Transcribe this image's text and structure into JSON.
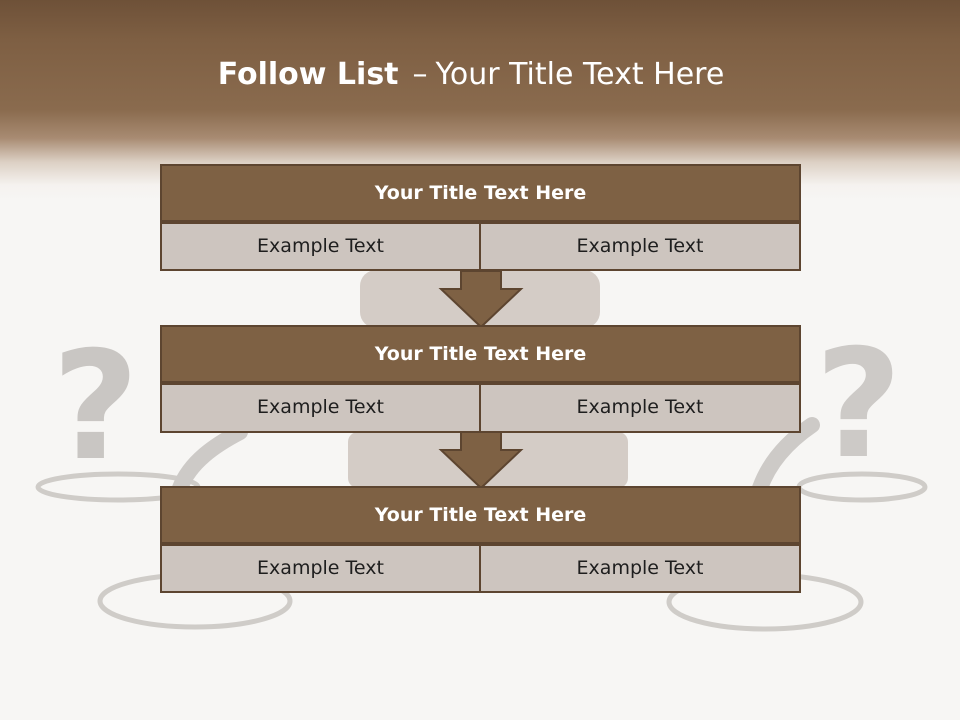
{
  "slide": {
    "title_bold": "Follow List",
    "title_separator": "–",
    "title_rest": "Your Title Text Here"
  },
  "blocks": [
    {
      "title": "Your Title Text Here",
      "left_text": "Example Text",
      "right_text": "Example Text"
    },
    {
      "title": "Your Title Text Here",
      "left_text": "Example Text",
      "right_text": "Example Text"
    },
    {
      "title": "Your Title Text Here",
      "left_text": "Example Text",
      "right_text": "Example Text"
    }
  ],
  "colors": {
    "header_brown": "#7e5f43",
    "block_title_fill": "#7e6144",
    "block_cell_fill": "#cdc5bf",
    "border": "#5d4530",
    "arrow_fill": "#7e6144"
  },
  "icons": {
    "background_question_marks": "question-mark-icon",
    "connector": "down-arrow-icon"
  }
}
